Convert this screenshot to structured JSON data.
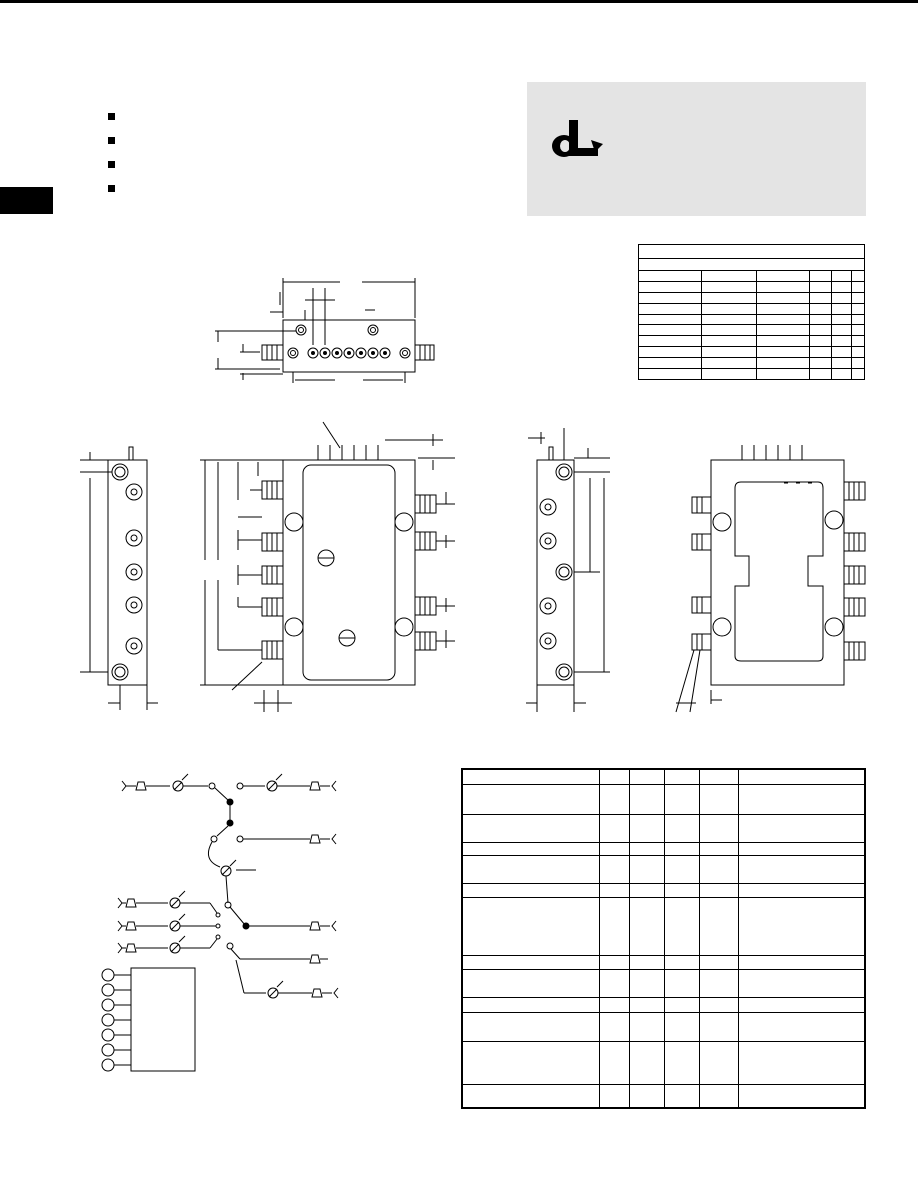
{
  "bullets": [
    "",
    "",
    "",
    ""
  ],
  "logo": {
    "icon": "dl-logo-icon"
  },
  "small_table": {
    "rows": 12,
    "cols": 6
  },
  "big_table": {
    "rows": 15,
    "cols": 6
  }
}
